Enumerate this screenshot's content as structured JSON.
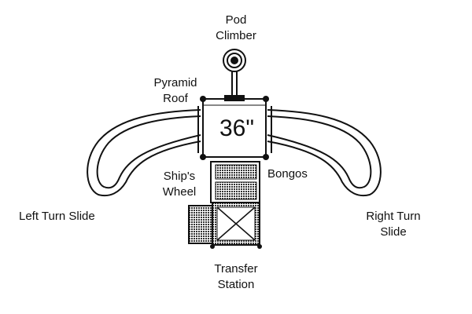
{
  "labels": {
    "pod_climber": [
      "Pod",
      "Climber"
    ],
    "pyramid_roof": [
      "Pyramid",
      "Roof"
    ],
    "deck_height": "36\"",
    "ships_wheel": [
      "Ship's",
      "Wheel"
    ],
    "bongos": "Bongos",
    "left_turn_slide": "Left Turn Slide",
    "right_turn_slide": [
      "Right Turn",
      "Slide"
    ],
    "transfer_station": [
      "Transfer",
      "Station"
    ]
  },
  "colors": {
    "line": "#111111",
    "fill": "#ffffff",
    "grate": "#222222"
  }
}
